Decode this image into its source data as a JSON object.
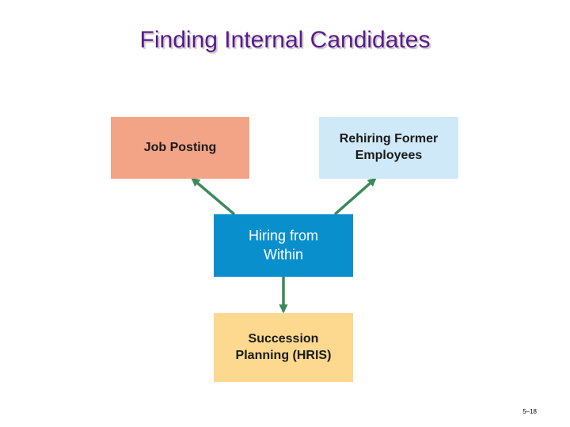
{
  "slide": {
    "title": "Finding Internal Candidates",
    "page_number": "5–18"
  },
  "boxes": {
    "job_posting": {
      "line1": "Job Posting"
    },
    "rehiring": {
      "line1": "Rehiring Former",
      "line2": "Employees"
    },
    "hiring_within": {
      "line1": "Hiring from",
      "line2": "Within"
    },
    "succession": {
      "line1": "Succession",
      "line2": "Planning (HRIS)"
    }
  },
  "colors": {
    "title": "#5a1a8c",
    "job_posting": "#f3a386",
    "rehiring": "#cfe9f8",
    "hiring_within": "#0a8fcd",
    "succession": "#fcd98e",
    "arrow": "#3a8a5a"
  }
}
